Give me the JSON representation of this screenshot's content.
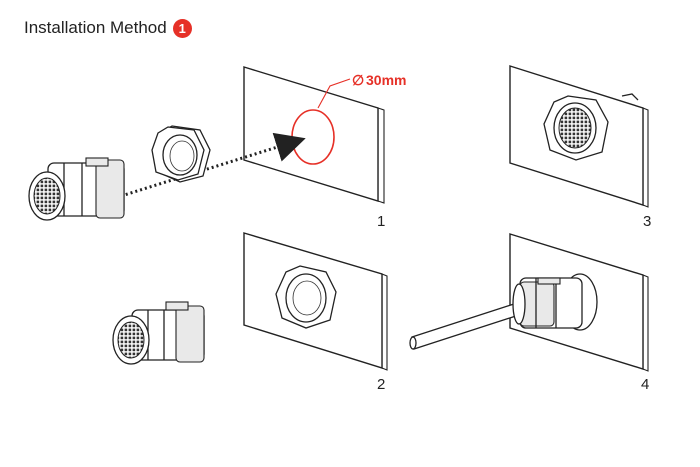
{
  "header": {
    "title": "Installation Method",
    "badge": "1"
  },
  "dimension": {
    "symbol": "∅",
    "value": "30mm"
  },
  "steps": [
    "1",
    "2",
    "3",
    "4"
  ],
  "colors": {
    "accent": "#e63027",
    "badge": "#e63027",
    "line": "#222222"
  },
  "icons": {
    "connector": "cylindrical-connector-icon",
    "nut": "hex-nut-icon",
    "panel": "mounting-panel-icon",
    "cable": "cable-icon"
  }
}
